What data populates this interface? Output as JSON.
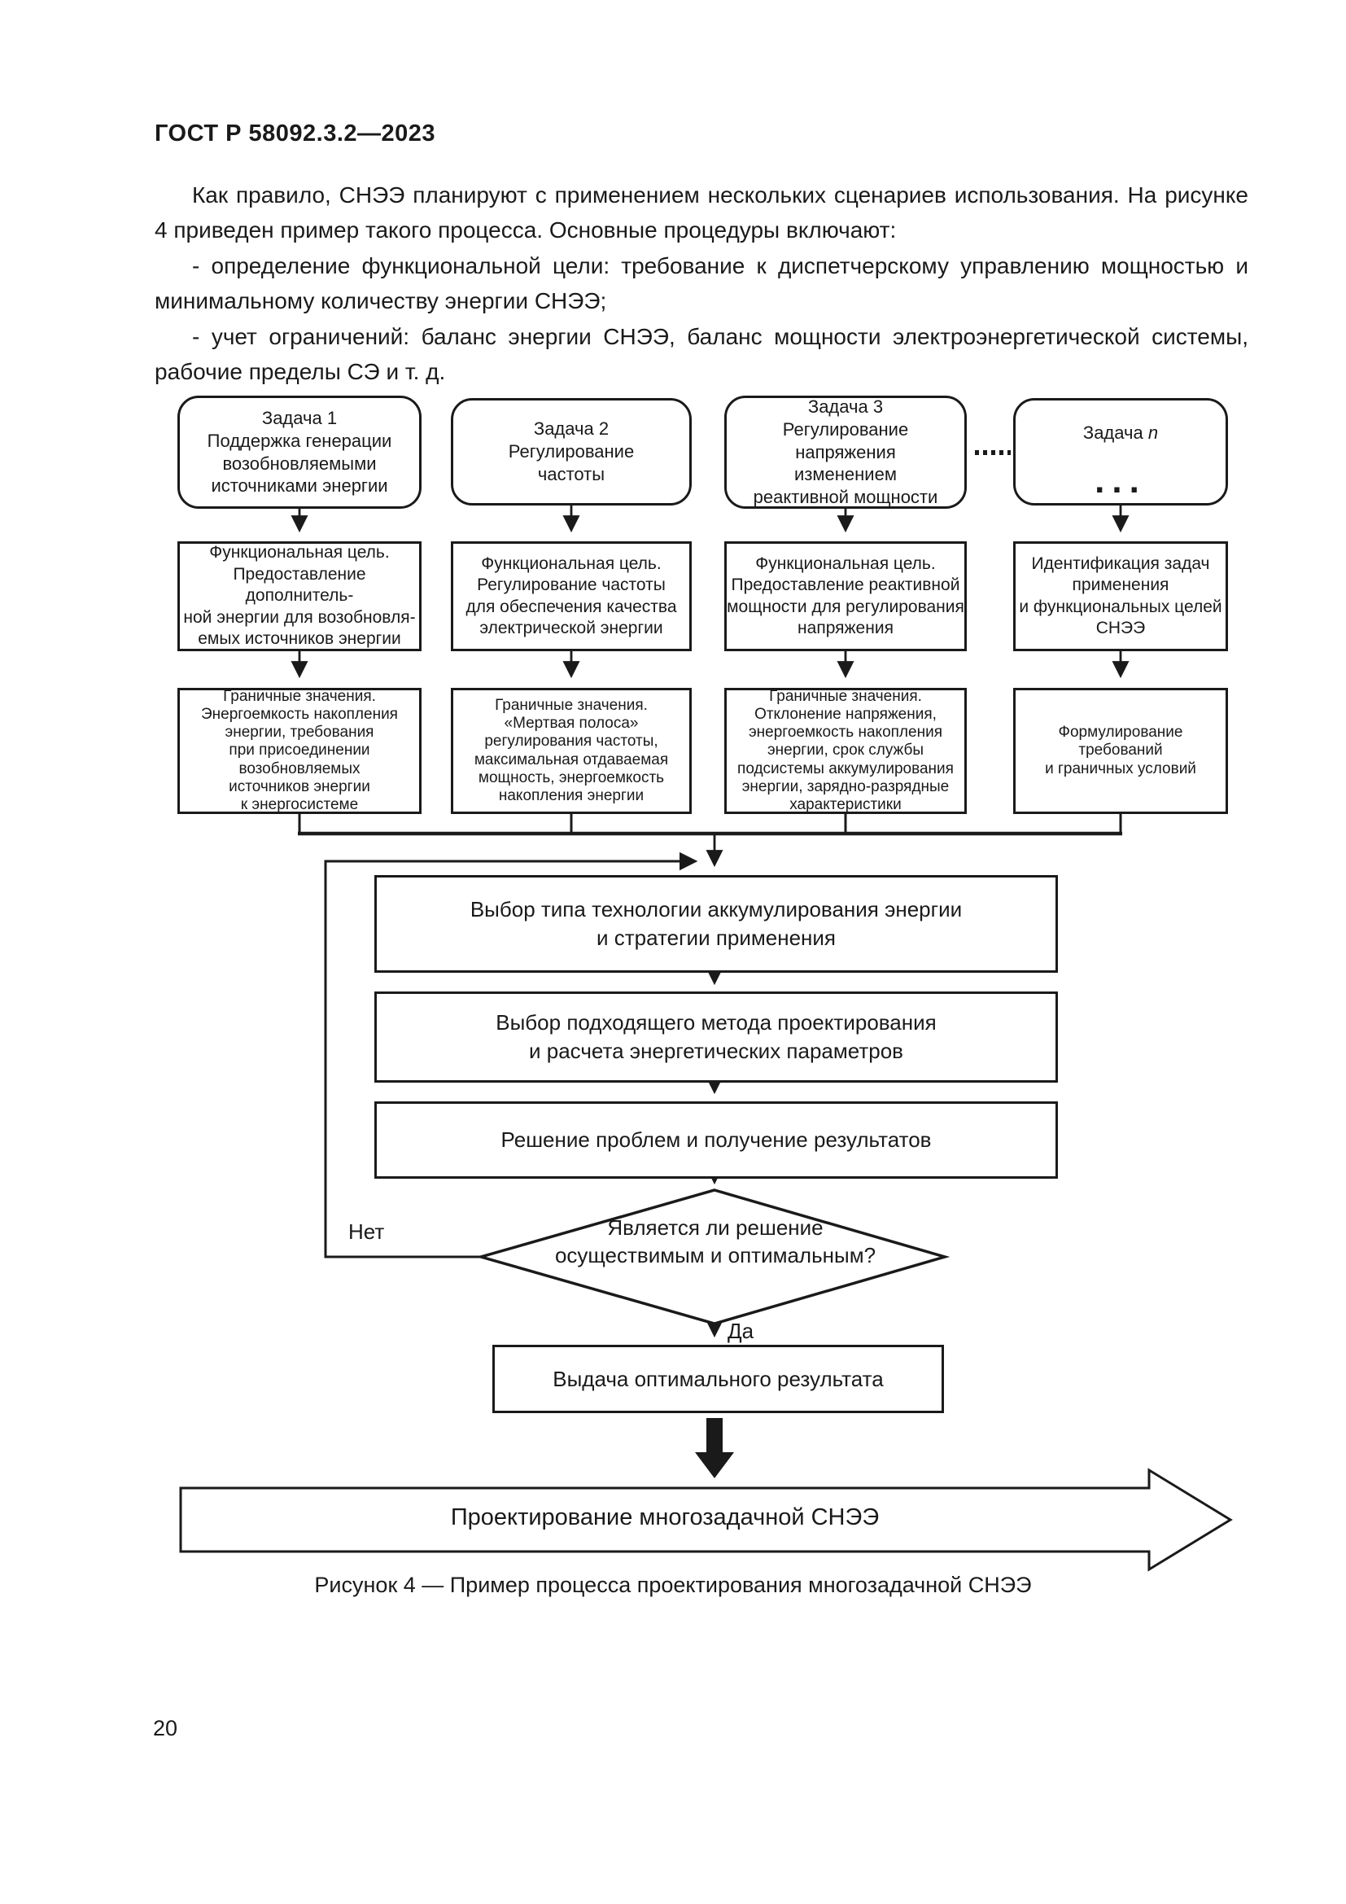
{
  "page": {
    "header": "ГОСТ Р 58092.3.2—2023",
    "page_number": "20",
    "paragraphs": [
      "Как правило, СНЭЭ планируют с применением нескольких сценариев использования. На рисунке 4 приведен пример такого процесса. Основные процедуры включают:",
      "- определение функциональной цели: требование к диспетчерскому управлению мощностью и минимальному количеству энергии СНЭЭ;",
      "- учет ограничений: баланс энергии СНЭЭ, баланс мощности электроэнергетической системы, рабочие пределы СЭ и т. д."
    ],
    "figure_caption": "Рисунок 4 — Пример процесса проектирования многозадачной СНЭЭ"
  },
  "flowchart": {
    "tasks": [
      {
        "text": "Задача 1\nПоддержка генерации\nвозобновляемыми\nисточниками энергии"
      },
      {
        "text": "Задача 2\nРегулирование\nчастоты"
      },
      {
        "text": "Задача 3\nРегулирование\nнапряжения\nизменением\nреактивной мощности"
      },
      {
        "title_prefix": "Задача ",
        "title_var": "n",
        "dots": "..."
      }
    ],
    "goals": [
      "Функциональная цель.\nПредоставление дополнитель-\nной энергии для возобновля-\nемых источников энергии",
      "Функциональная цель.\nРегулирование частоты\nдля обеспечения качества\nэлектрической энергии",
      "Функциональная цель.\nПредоставление реактивной\nмощности для регулирования\nнапряжения",
      "Идентификация задач\nприменения\nи функциональных целей\nСНЭЭ"
    ],
    "limits": [
      "Граничные значения.\nЭнергоемкость накопления\nэнергии, требования\nпри присоединении\nвозобновляемых\nисточников энергии\nк энергосистеме",
      "Граничные значения.\n«Мертвая полоса»\nрегулирования частоты,\nмаксимальная отдаваемая\nмощность, энергоемкость\nнакопления энергии",
      "Граничные значения.\nОтклонение напряжения,\nэнергоемкость накопления\nэнергии, срок службы\nподсистемы аккумулирования\nэнергии, зарядно-разрядные\nхарактеристики",
      "Формулирование требований\nи граничных условий"
    ],
    "steps": [
      "Выбор типа технологии аккумулирования энергии\nи стратегии применения",
      "Выбор подходящего метода проектирования\nи расчета энергетических параметров",
      "Решение проблем и получение результатов"
    ],
    "decision": {
      "question": "Является ли решение\nосуществимым и оптимальным?",
      "no_label": "Нет",
      "yes_label": "Да"
    },
    "result": "Выдача оптимального результата",
    "banner": "Проектирование многозадачной СНЭЭ",
    "colors": {
      "line": "#1a1a1a",
      "background": "#ffffff",
      "text": "#1a1a1a"
    }
  }
}
